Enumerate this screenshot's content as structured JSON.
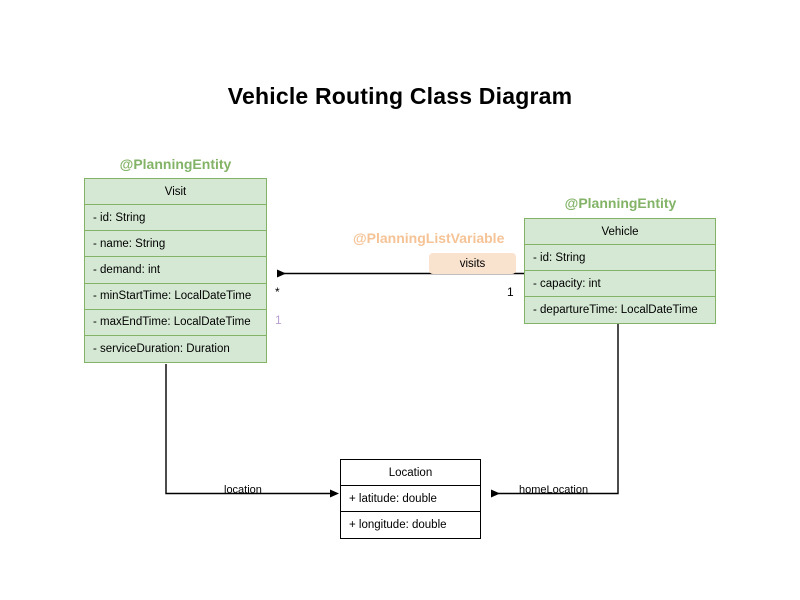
{
  "diagram": {
    "title": "Vehicle Routing Class Diagram",
    "background": "#ffffff"
  },
  "colors": {
    "entity_fill": "#d5e8d4",
    "entity_border": "#82b366",
    "stereotype_entity": "#82b366",
    "stereotype_listvariable": "#f5c396",
    "badge_fill": "#fae3ce",
    "plain_fill": "#ffffff",
    "plain_border": "#000000",
    "connector": "#000000",
    "multiplicity_muted": "#b9a0d0"
  },
  "stereotypes": {
    "visit": "@PlanningEntity",
    "vehicle": "@PlanningEntity",
    "list_variable": "@PlanningListVariable"
  },
  "classes": {
    "visit": {
      "name": "Visit",
      "attributes": [
        "- id: String",
        "- name: String",
        "- demand: int",
        "- minStartTime: LocalDateTime",
        "- maxEndTime: LocalDateTime",
        "- serviceDuration: Duration"
      ]
    },
    "vehicle": {
      "name": "Vehicle",
      "attributes": [
        "- id: String",
        "- capacity: int",
        "- departureTime: LocalDateTime"
      ]
    },
    "location": {
      "name": "Location",
      "attributes": [
        "+ latitude: double",
        "+ longitude: double"
      ]
    }
  },
  "relations": {
    "visits": {
      "label": "visits",
      "source_multiplicity": "1",
      "target_multiplicity": "*",
      "extra_multiplicity": "1"
    },
    "location": {
      "label": "location"
    },
    "home_location": {
      "label": "homeLocation"
    }
  }
}
